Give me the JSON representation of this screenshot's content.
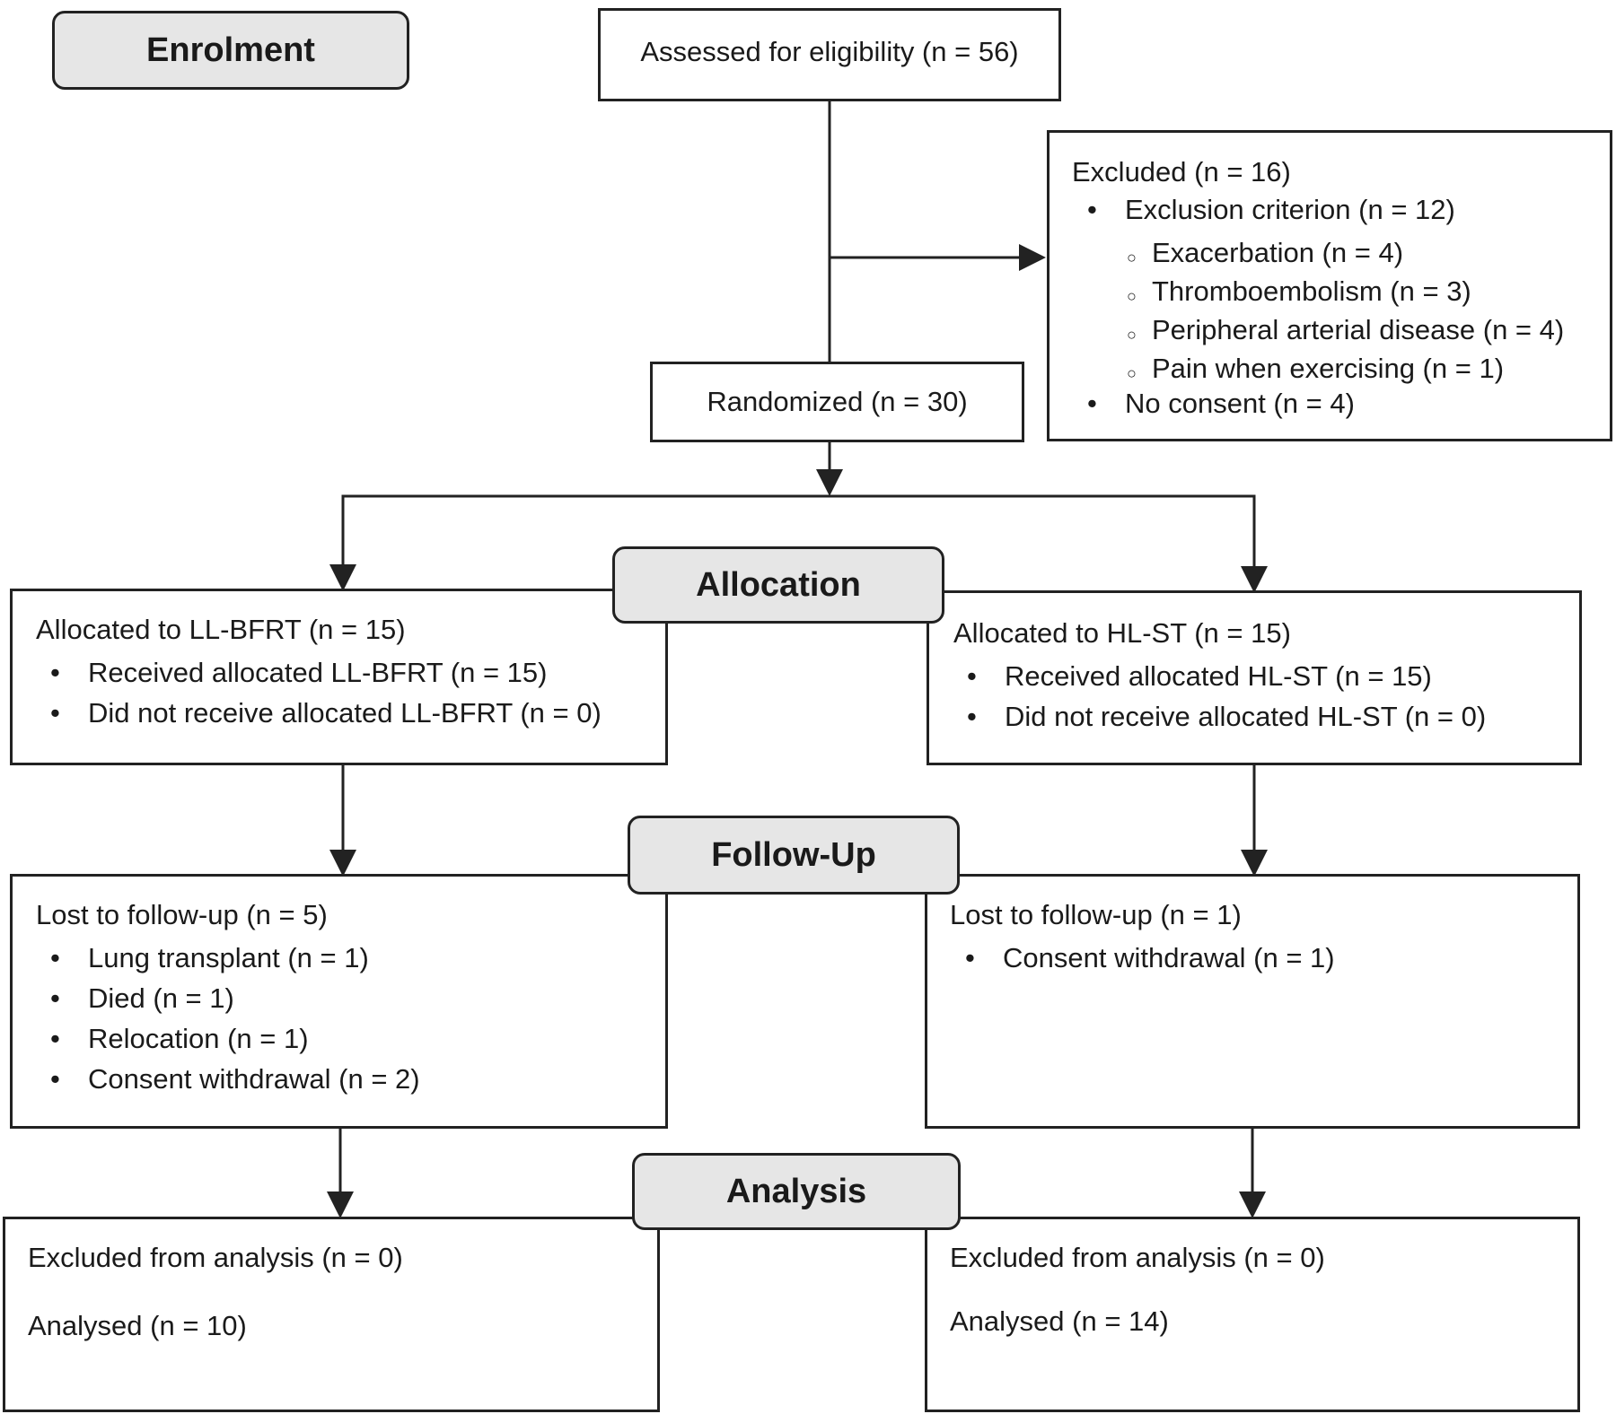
{
  "stages": {
    "enrolment": "Enrolment",
    "allocation": "Allocation",
    "follow_up": "Follow-Up",
    "analysis": "Analysis"
  },
  "assessed": "Assessed for eligibility (n = 56)",
  "excluded": {
    "title": "Excluded (n = 16)",
    "criterion": "Exclusion criterion (n = 12)",
    "reasons": [
      "Exacerbation (n = 4)",
      "Thromboembolism (n = 3)",
      "Peripheral arterial disease (n = 4)",
      "Pain when exercising (n = 1)"
    ],
    "no_consent": "No consent (n = 4)"
  },
  "randomized": "Randomized (n = 30)",
  "left": {
    "allocated": "Allocated to LL-BFRT (n = 15)",
    "allocated_items": [
      "Received allocated LL-BFRT (n = 15)",
      "Did not receive allocated LL-BFRT (n = 0)"
    ],
    "lost": "Lost to follow-up (n = 5)",
    "lost_items": [
      "Lung transplant (n = 1)",
      "Died (n = 1)",
      "Relocation (n = 1)",
      "Consent withdrawal (n = 2)"
    ],
    "excluded_analysis": "Excluded from analysis (n = 0)",
    "analysed": "Analysed (n = 10)"
  },
  "right": {
    "allocated": "Allocated to HL-ST (n = 15)",
    "allocated_items": [
      "Received allocated HL-ST (n = 15)",
      "Did not receive allocated HL-ST (n = 0)"
    ],
    "lost": "Lost to follow-up (n = 1)",
    "lost_items": [
      "Consent withdrawal (n = 1)"
    ],
    "excluded_analysis": "Excluded from analysis (n = 0)",
    "analysed": "Analysed (n = 14)"
  }
}
